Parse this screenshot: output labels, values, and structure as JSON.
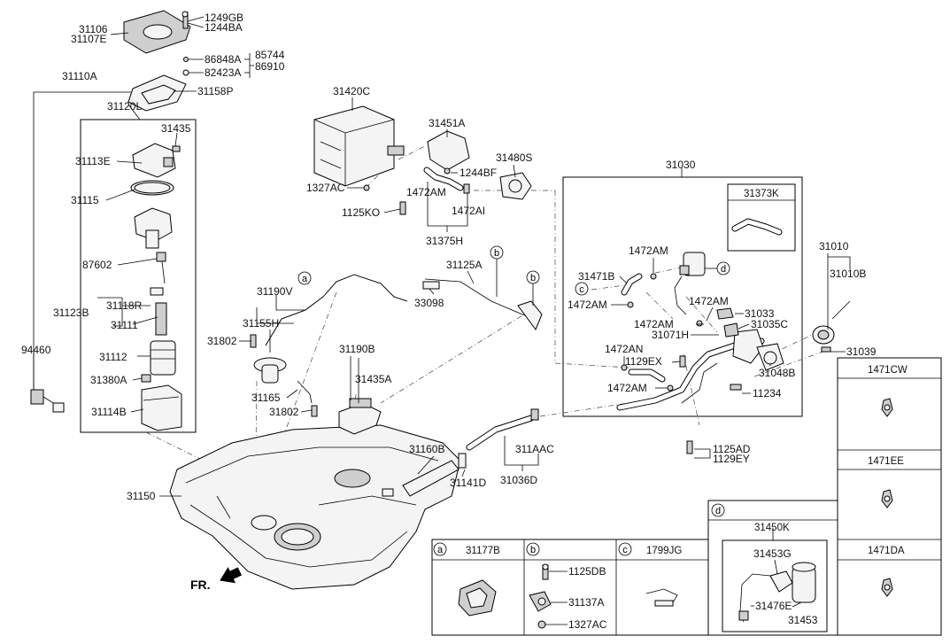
{
  "labels": {
    "p31106": "31106",
    "p31107E": "31107E",
    "p1249GB": "1249GB",
    "p1244BA": "1244BA",
    "p86848A": "86848A",
    "p85744": "85744",
    "p82423A": "82423A",
    "p86910": "86910",
    "p31158P": "31158P",
    "p31110A": "31110A",
    "p31120L": "31120L",
    "p31435": "31435",
    "p31113E": "31113E",
    "p31115": "31115",
    "p87602": "87602",
    "p31123B": "31123B",
    "p31118R": "31118R",
    "p31111": "31111",
    "p31112": "31112",
    "p31380A": "31380A",
    "p31114B": "31114B",
    "p94460": "94460",
    "p31150": "31150",
    "p31420C": "31420C",
    "p1327AC": "1327AC",
    "p1125KO": "1125KO",
    "p31451A": "31451A",
    "p1244BF": "1244BF",
    "p1472AM_a": "1472AM",
    "p1472AI": "1472AI",
    "p31375H": "31375H",
    "p31480S": "31480S",
    "p31190V": "31190V",
    "p31155H": "31155H",
    "p31802_a": "31802",
    "p33098": "33098",
    "p31125A": "31125A",
    "p31190B": "31190B",
    "p31435A": "31435A",
    "p31165": "31165",
    "p31802_b": "31802",
    "p31160B": "31160B",
    "p31141D": "31141D",
    "p311AAC": "311AAC",
    "p31036D": "31036D",
    "p31030": "31030",
    "p31373K": "31373K",
    "p1472AM_b": "1472AM",
    "p31471B": "31471B",
    "p1472AM_c": "1472AM",
    "p1472AM_d": "1472AM",
    "p1472AM_e": "1472AM",
    "p31033": "31033",
    "p31035C": "31035C",
    "p31071H": "31071H",
    "p1472AN": "1472AN",
    "p1129EX": "1129EX",
    "p1472AM_f": "1472AM",
    "p31048B": "31048B",
    "p11234": "11234",
    "p1125AD": "1125AD",
    "p1129EY": "1129EY",
    "p31010": "31010",
    "p31010B": "31010B",
    "p31039": "31039",
    "fr": "FR."
  },
  "callouts": {
    "a": "a",
    "b": "b",
    "c": "c",
    "d": "d"
  },
  "panels": {
    "a": {
      "letter": "a",
      "title": "31177B"
    },
    "b": {
      "letter": "b",
      "title": "",
      "parts": [
        "1125DB",
        "31137A",
        "1327AC"
      ]
    },
    "c": {
      "letter": "c",
      "title": "1799JG"
    },
    "d": {
      "letter": "d",
      "title": "31450K",
      "parts": [
        "31453G",
        "31476E",
        "31453"
      ]
    }
  },
  "side_boxes": [
    "1471CW",
    "1471EE",
    "1471DA"
  ]
}
